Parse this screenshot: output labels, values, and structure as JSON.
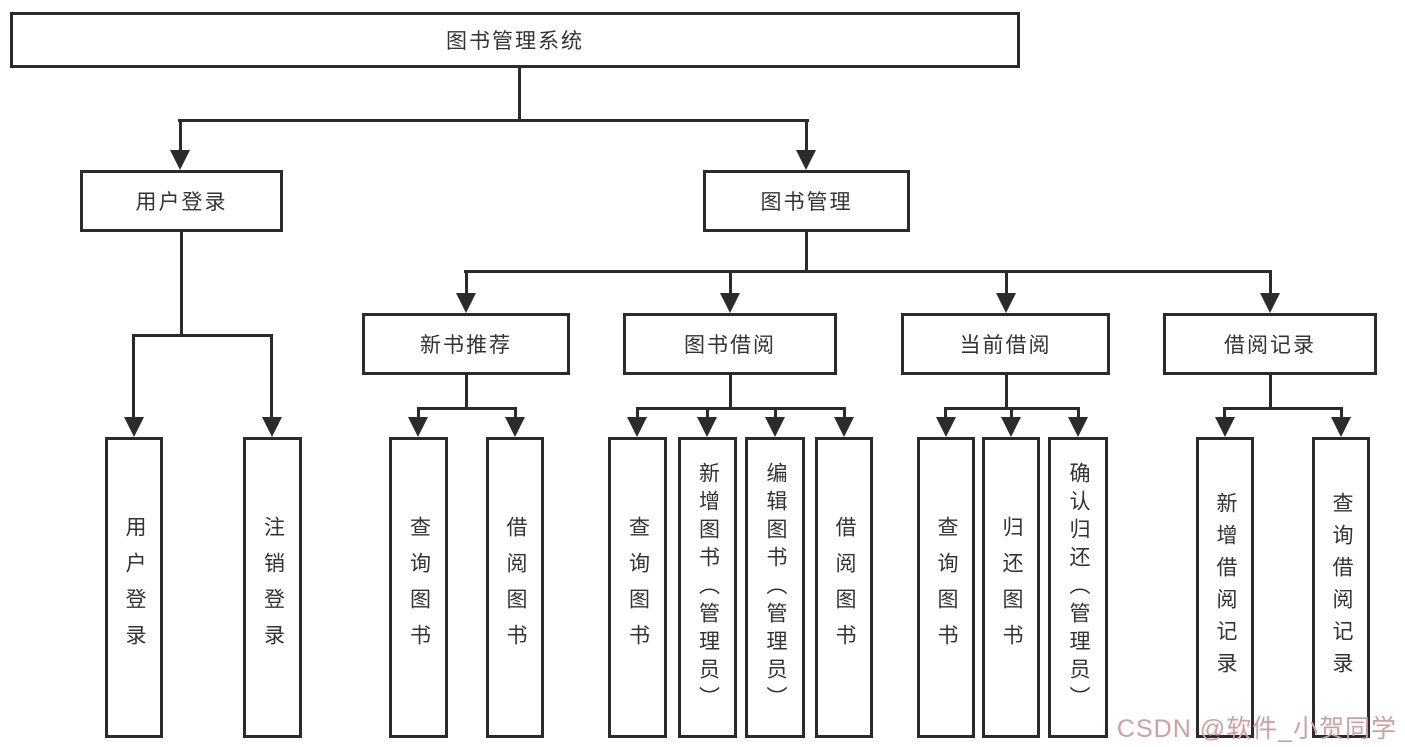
{
  "diagram": {
    "root": {
      "label": "图书管理系统"
    },
    "level2": [
      {
        "label": "用户登录"
      },
      {
        "label": "图书管理"
      }
    ],
    "level3": [
      {
        "label": "新书推荐"
      },
      {
        "label": "图书借阅"
      },
      {
        "label": "当前借阅"
      },
      {
        "label": "借阅记录"
      }
    ],
    "leaves": {
      "user_login": [
        "用户登录",
        "注销登录"
      ],
      "new_book": [
        "查询图书",
        "借阅图书"
      ],
      "book_borrow": [
        "查询图书",
        "新增图书（管理员）",
        "编辑图书（管理员）",
        "借阅图书"
      ],
      "current_borrow": [
        "查询图书",
        "归还图书",
        "确认归还（管理员）"
      ],
      "borrow_records": [
        "新增借阅记录",
        "查询借阅记录"
      ]
    }
  },
  "watermark": {
    "text": "CSDN @软件_小贺同学",
    "color": "#d49e9e"
  },
  "colors": {
    "line": "#2b2b2b",
    "box_border": "#2b2b2b",
    "text": "#333333",
    "background": "#ffffff"
  }
}
